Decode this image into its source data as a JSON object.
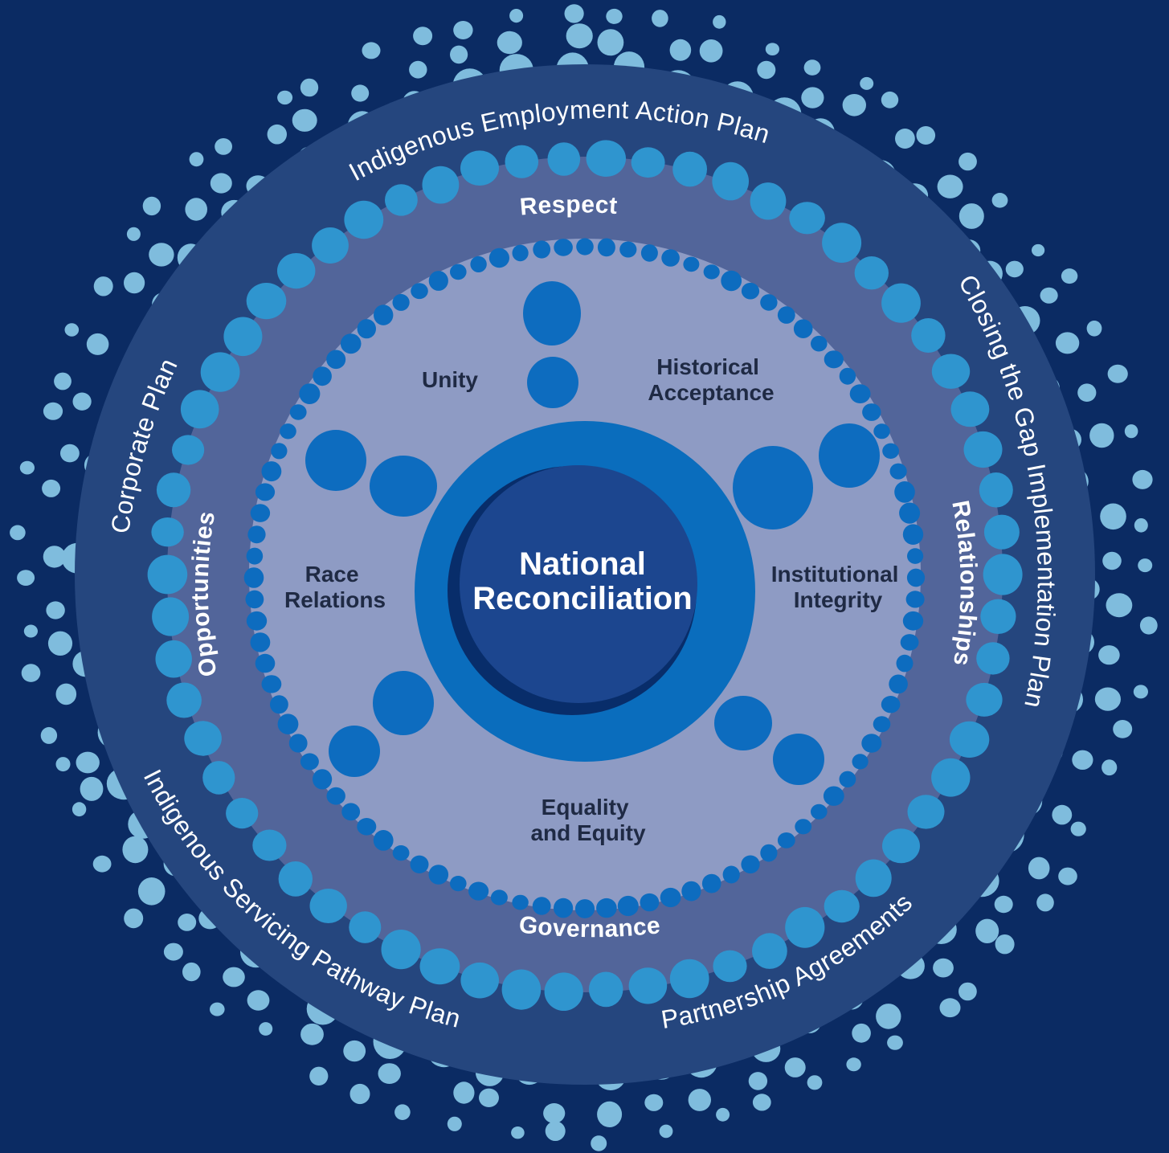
{
  "colors": {
    "background": "#0b2b63",
    "outer_ring": "#25467e",
    "middle_ring": "#52659a",
    "inner_disc": "#8e9bc4",
    "outer_dots": "#7fbcdd",
    "middle_dots": "#2f95cf",
    "inner_dots": "#0d6cbf",
    "center_ring": "#0a6dbd",
    "center_dark": "#082d6a",
    "center_core": "#1c468f"
  },
  "outer_ring": {
    "labels": [
      "Indigenous Employment Action Plan",
      "Closing the Gap Implementation Plan",
      "Partnership Agreements",
      "Indigenous Servicing Pathway Plan",
      "Corporate Plan"
    ]
  },
  "middle_ring": {
    "labels": [
      "Respect",
      "Relationships",
      "Governance",
      "Opportunities"
    ]
  },
  "inner": {
    "labels": [
      [
        "Unity"
      ],
      [
        "Historical",
        "Acceptance"
      ],
      [
        "Institutional",
        "Integrity"
      ],
      [
        "Equality",
        "and Equity"
      ],
      [
        "Race",
        "Relations"
      ]
    ]
  },
  "center": {
    "title_line1": "National",
    "title_line2": "Reconciliation"
  }
}
